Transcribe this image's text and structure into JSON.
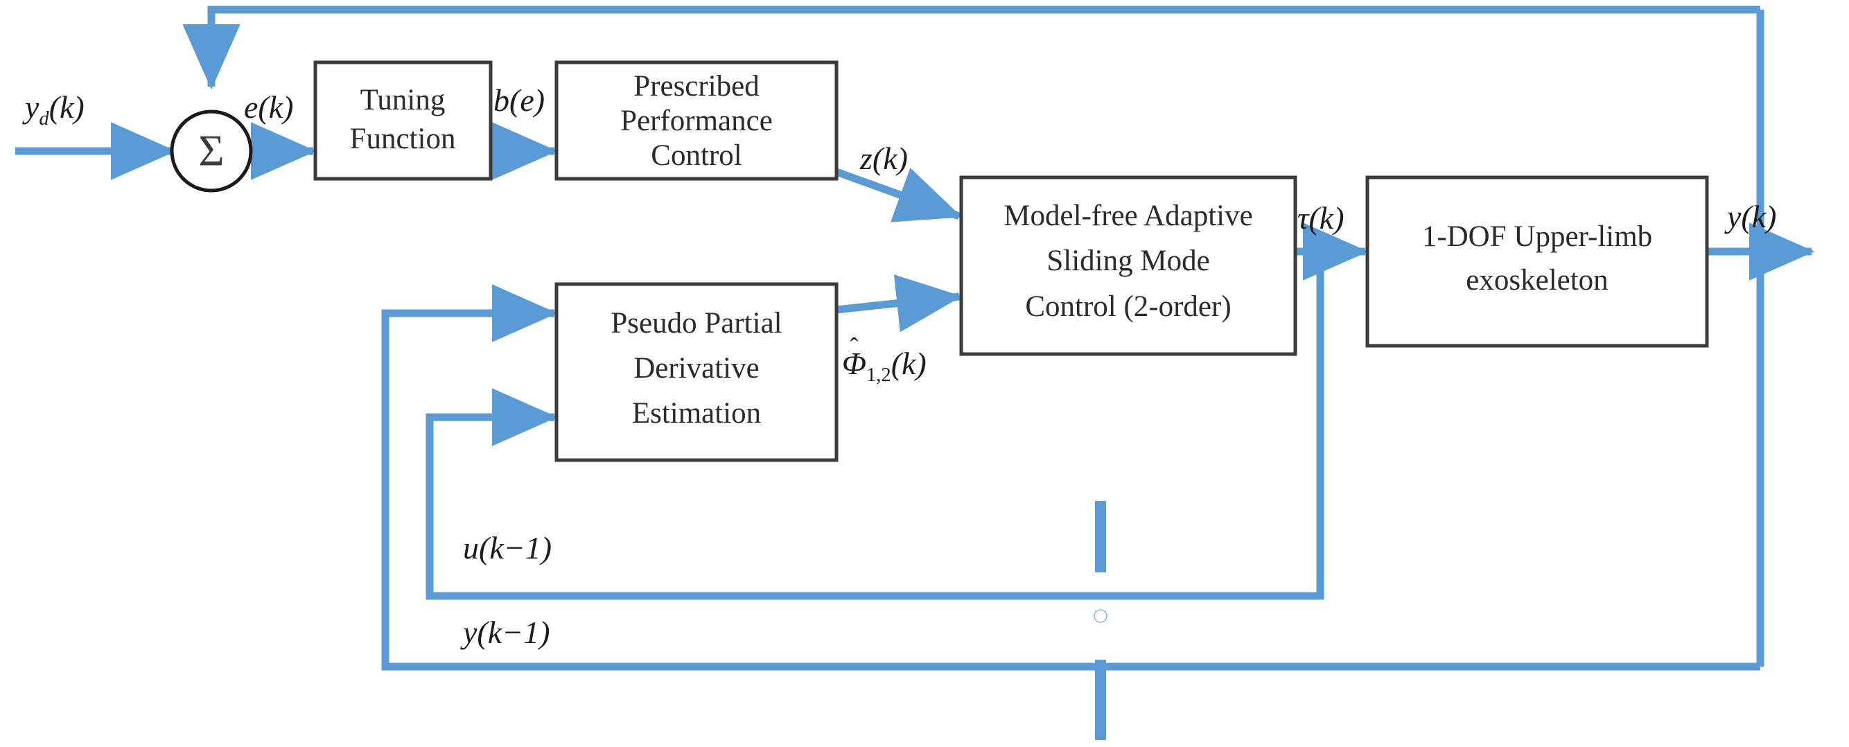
{
  "figure": {
    "type": "control-block-diagram",
    "title": "Model-free adaptive sliding mode control block diagram for 1-DOF upper-limb exoskeleton",
    "colors": {
      "wire": "#5b9bd5",
      "block_border": "#3b3b3b",
      "block_fill": "#ffffff",
      "text": "#2b2b2b",
      "background": "#ffffff"
    }
  },
  "blocks": [
    {
      "id": "tuning",
      "lines": [
        "Tuning",
        "Function"
      ]
    },
    {
      "id": "ppc",
      "lines": [
        "Prescribed",
        "Performance",
        "Control"
      ]
    },
    {
      "id": "mfasmc",
      "lines": [
        "Model-free Adaptive",
        "Sliding Mode",
        "Control (2-order)"
      ]
    },
    {
      "id": "plant",
      "lines": [
        "1-DOF Upper-limb",
        "exoskeleton"
      ]
    },
    {
      "id": "ppd",
      "lines": [
        "Pseudo Partial",
        "Derivative",
        "Estimation"
      ]
    }
  ],
  "summing_junction": {
    "glyph": "Σ",
    "name": "summing-junction"
  },
  "signals": {
    "reference": {
      "base": "y",
      "sub": "d",
      "arg": "(k)",
      "text": "y_d(k)"
    },
    "error": {
      "base": "e",
      "arg": "(k)",
      "text": "e(k)"
    },
    "tuning_out": {
      "base": "b",
      "arg": "(e)",
      "text": "b(e)"
    },
    "ppc_out": {
      "base": "z",
      "arg": "(k)",
      "text": "z(k)"
    },
    "control_torque": {
      "base": "τ",
      "arg": "(k)",
      "text": "τ(k)"
    },
    "ppd_out": {
      "base": "Φ",
      "hat": "ˆ",
      "sub": "1,2",
      "arg": "(k)",
      "text": "Φ̂_1,2(k)"
    },
    "output": {
      "base": "y",
      "arg": "(k)",
      "text": "y(k)"
    },
    "delayed_input": {
      "base": "u",
      "arg": "(k−1)",
      "text": "u(k−1)"
    },
    "delayed_output": {
      "base": "y",
      "arg": "(k−1)",
      "text": "y(k−1)"
    }
  },
  "connections": [
    {
      "name": "reference-to-sum",
      "from": "y_d(k)",
      "to": "summing-junction"
    },
    {
      "name": "output-feedback-to-sum",
      "from": "y(k)",
      "to": "summing-junction"
    },
    {
      "name": "sum-to-tuning",
      "from": "summing-junction",
      "to": "tuning",
      "label": "e(k)"
    },
    {
      "name": "tuning-to-ppc",
      "from": "tuning",
      "to": "ppc",
      "label": "b(e)"
    },
    {
      "name": "ppc-to-mfasmc",
      "from": "ppc",
      "to": "mfasmc",
      "label": "z(k)"
    },
    {
      "name": "ppd-to-mfasmc",
      "from": "ppd",
      "to": "mfasmc",
      "label": "Φ̂_1,2(k)"
    },
    {
      "name": "mfasmc-to-plant",
      "from": "mfasmc",
      "to": "plant",
      "label": "τ(k)"
    },
    {
      "name": "plant-output",
      "from": "plant",
      "to": "y(k)"
    },
    {
      "name": "torque-feedback-to-ppd",
      "from": "τ(k)",
      "to": "ppd",
      "label": "u(k−1)"
    },
    {
      "name": "output-feedback-to-ppd",
      "from": "y(k)",
      "to": "ppd",
      "label": "y(k−1)"
    }
  ]
}
